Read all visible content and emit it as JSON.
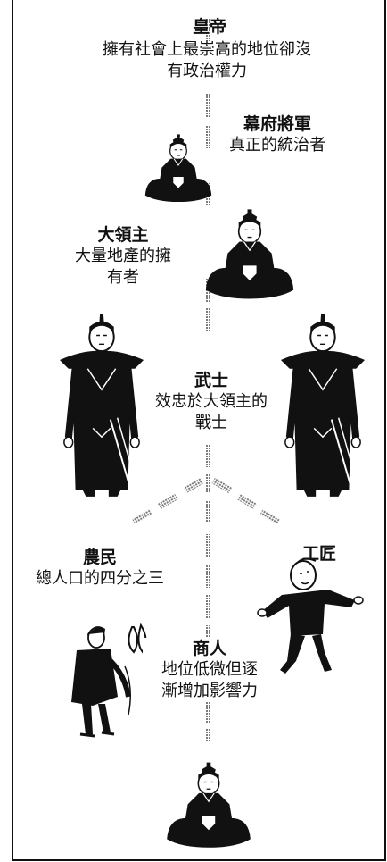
{
  "palette": {
    "ink": "#111111",
    "dash": "#8a8a8a",
    "paper": "#ffffff"
  },
  "ranks": {
    "emperor": {
      "title": "皇帝",
      "desc": "擁有社會上最崇高的地位卻沒\n有政治權力"
    },
    "shogun": {
      "title": "幕府將軍",
      "desc": "真正的統治者"
    },
    "daimyo": {
      "title": "大領主",
      "desc": "大量地產的擁\n有者"
    },
    "samurai": {
      "title": "武士",
      "desc": "效忠於大領主的\n戰士"
    },
    "peasants": {
      "title": "農民",
      "desc": "總人口的四分之三"
    },
    "artisans": {
      "title": "工匠",
      "desc": ""
    },
    "merchants": {
      "title": "商人",
      "desc": "地位低微但逐\n漸增加影響力"
    }
  },
  "figures": [
    {
      "name": "shogun-figure",
      "icon": "seated-robed-figure"
    },
    {
      "name": "daimyo-figure",
      "icon": "seated-robed-figure"
    },
    {
      "name": "samurai-left-figure",
      "icon": "standing-samurai"
    },
    {
      "name": "samurai-right-figure",
      "icon": "standing-samurai"
    },
    {
      "name": "peasant-figure",
      "icon": "farmer-with-rice"
    },
    {
      "name": "artisan-figure",
      "icon": "dancing-craftsman"
    },
    {
      "name": "merchant-figure",
      "icon": "seated-robed-figure"
    }
  ]
}
